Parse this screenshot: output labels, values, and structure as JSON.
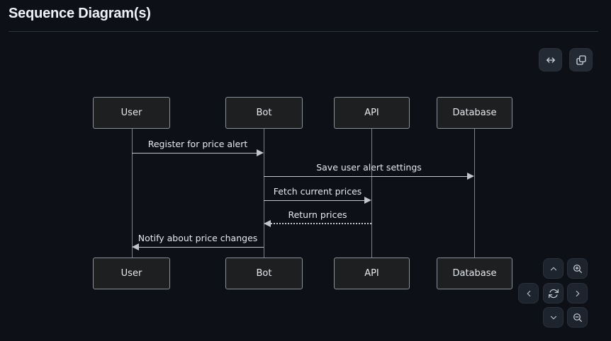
{
  "header": {
    "title": "Sequence Diagram(s)"
  },
  "toolbar": {
    "fit_width_button": {
      "icon": "arrows-horizontal"
    },
    "copy_button": {
      "icon": "copy"
    }
  },
  "diagram": {
    "type": "sequence",
    "actors": [
      {
        "name": "User"
      },
      {
        "name": "Bot"
      },
      {
        "name": "API"
      },
      {
        "name": "Database"
      }
    ],
    "messages": [
      {
        "from": "User",
        "to": "Bot",
        "label": "Register for price alert",
        "line": "solid"
      },
      {
        "from": "Bot",
        "to": "Database",
        "label": "Save user alert settings",
        "line": "solid"
      },
      {
        "from": "Bot",
        "to": "API",
        "label": "Fetch current prices",
        "line": "solid"
      },
      {
        "from": "API",
        "to": "Bot",
        "label": "Return prices",
        "line": "dotted"
      },
      {
        "from": "Bot",
        "to": "User",
        "label": "Notify about price changes",
        "line": "solid"
      }
    ]
  },
  "pan_zoom_controls": {
    "up": "chevron-up",
    "down": "chevron-down",
    "left": "chevron-left",
    "right": "chevron-right",
    "zoom_in": "magnifier-plus",
    "zoom_out": "magnifier-minus",
    "reset": "refresh"
  },
  "colors": {
    "page_bg": "#0d1117",
    "box_fill": "#1e1f21",
    "box_border": "#8b9199",
    "line": "#c2c6cb",
    "text": "#e6e9ec",
    "button_bg": "#242a34",
    "divider": "#2c323a"
  }
}
